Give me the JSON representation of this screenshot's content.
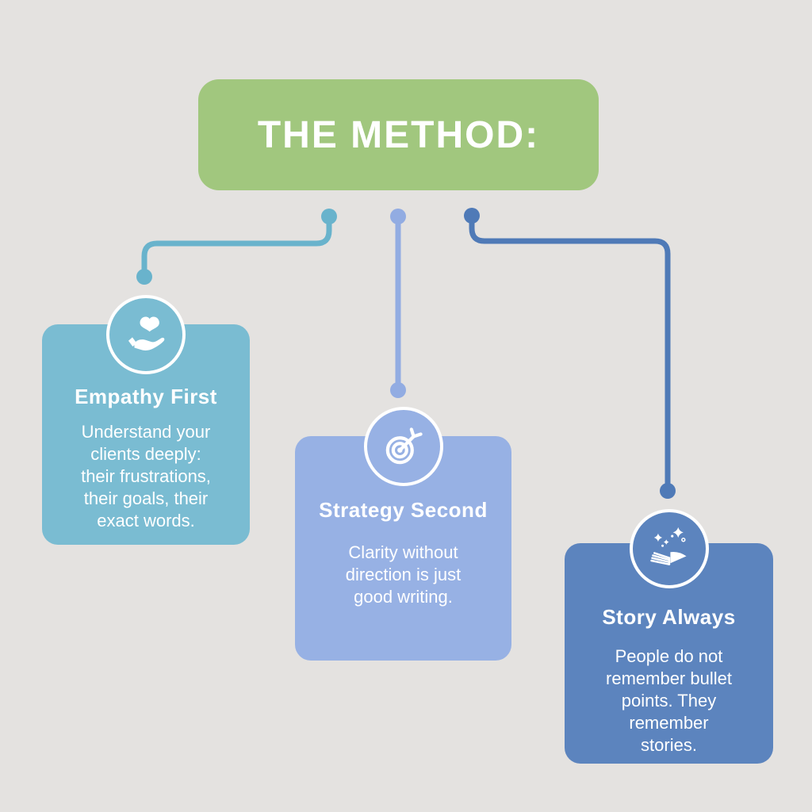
{
  "header": {
    "title": "THE METHOD:"
  },
  "cards": [
    {
      "title": "Empathy First",
      "body": "Understand your\nclients deeply:\ntheir frustrations,\ntheir goals, their\nexact words.",
      "icon": "heart-in-hand-icon"
    },
    {
      "title": "Strategy Second",
      "body": "Clarity without\ndirection is just\ngood writing.",
      "icon": "target-dart-icon"
    },
    {
      "title": "Story Always",
      "body": "People do not\nremember bullet\npoints. They\nremember\nstories.",
      "icon": "storybook-sparkles-icon"
    }
  ],
  "colors": {
    "background": "#E4E2E0",
    "header_green": "#A1C77E",
    "card_teal": "#7ABCD2",
    "card_periwinkle": "#97B1E4",
    "card_blue": "#5C84BE",
    "connector_teal": "#69B3CC",
    "connector_periwinkle": "#92ACE2",
    "connector_blue": "#4F7AB7",
    "text_white": "#FFFFFF"
  }
}
